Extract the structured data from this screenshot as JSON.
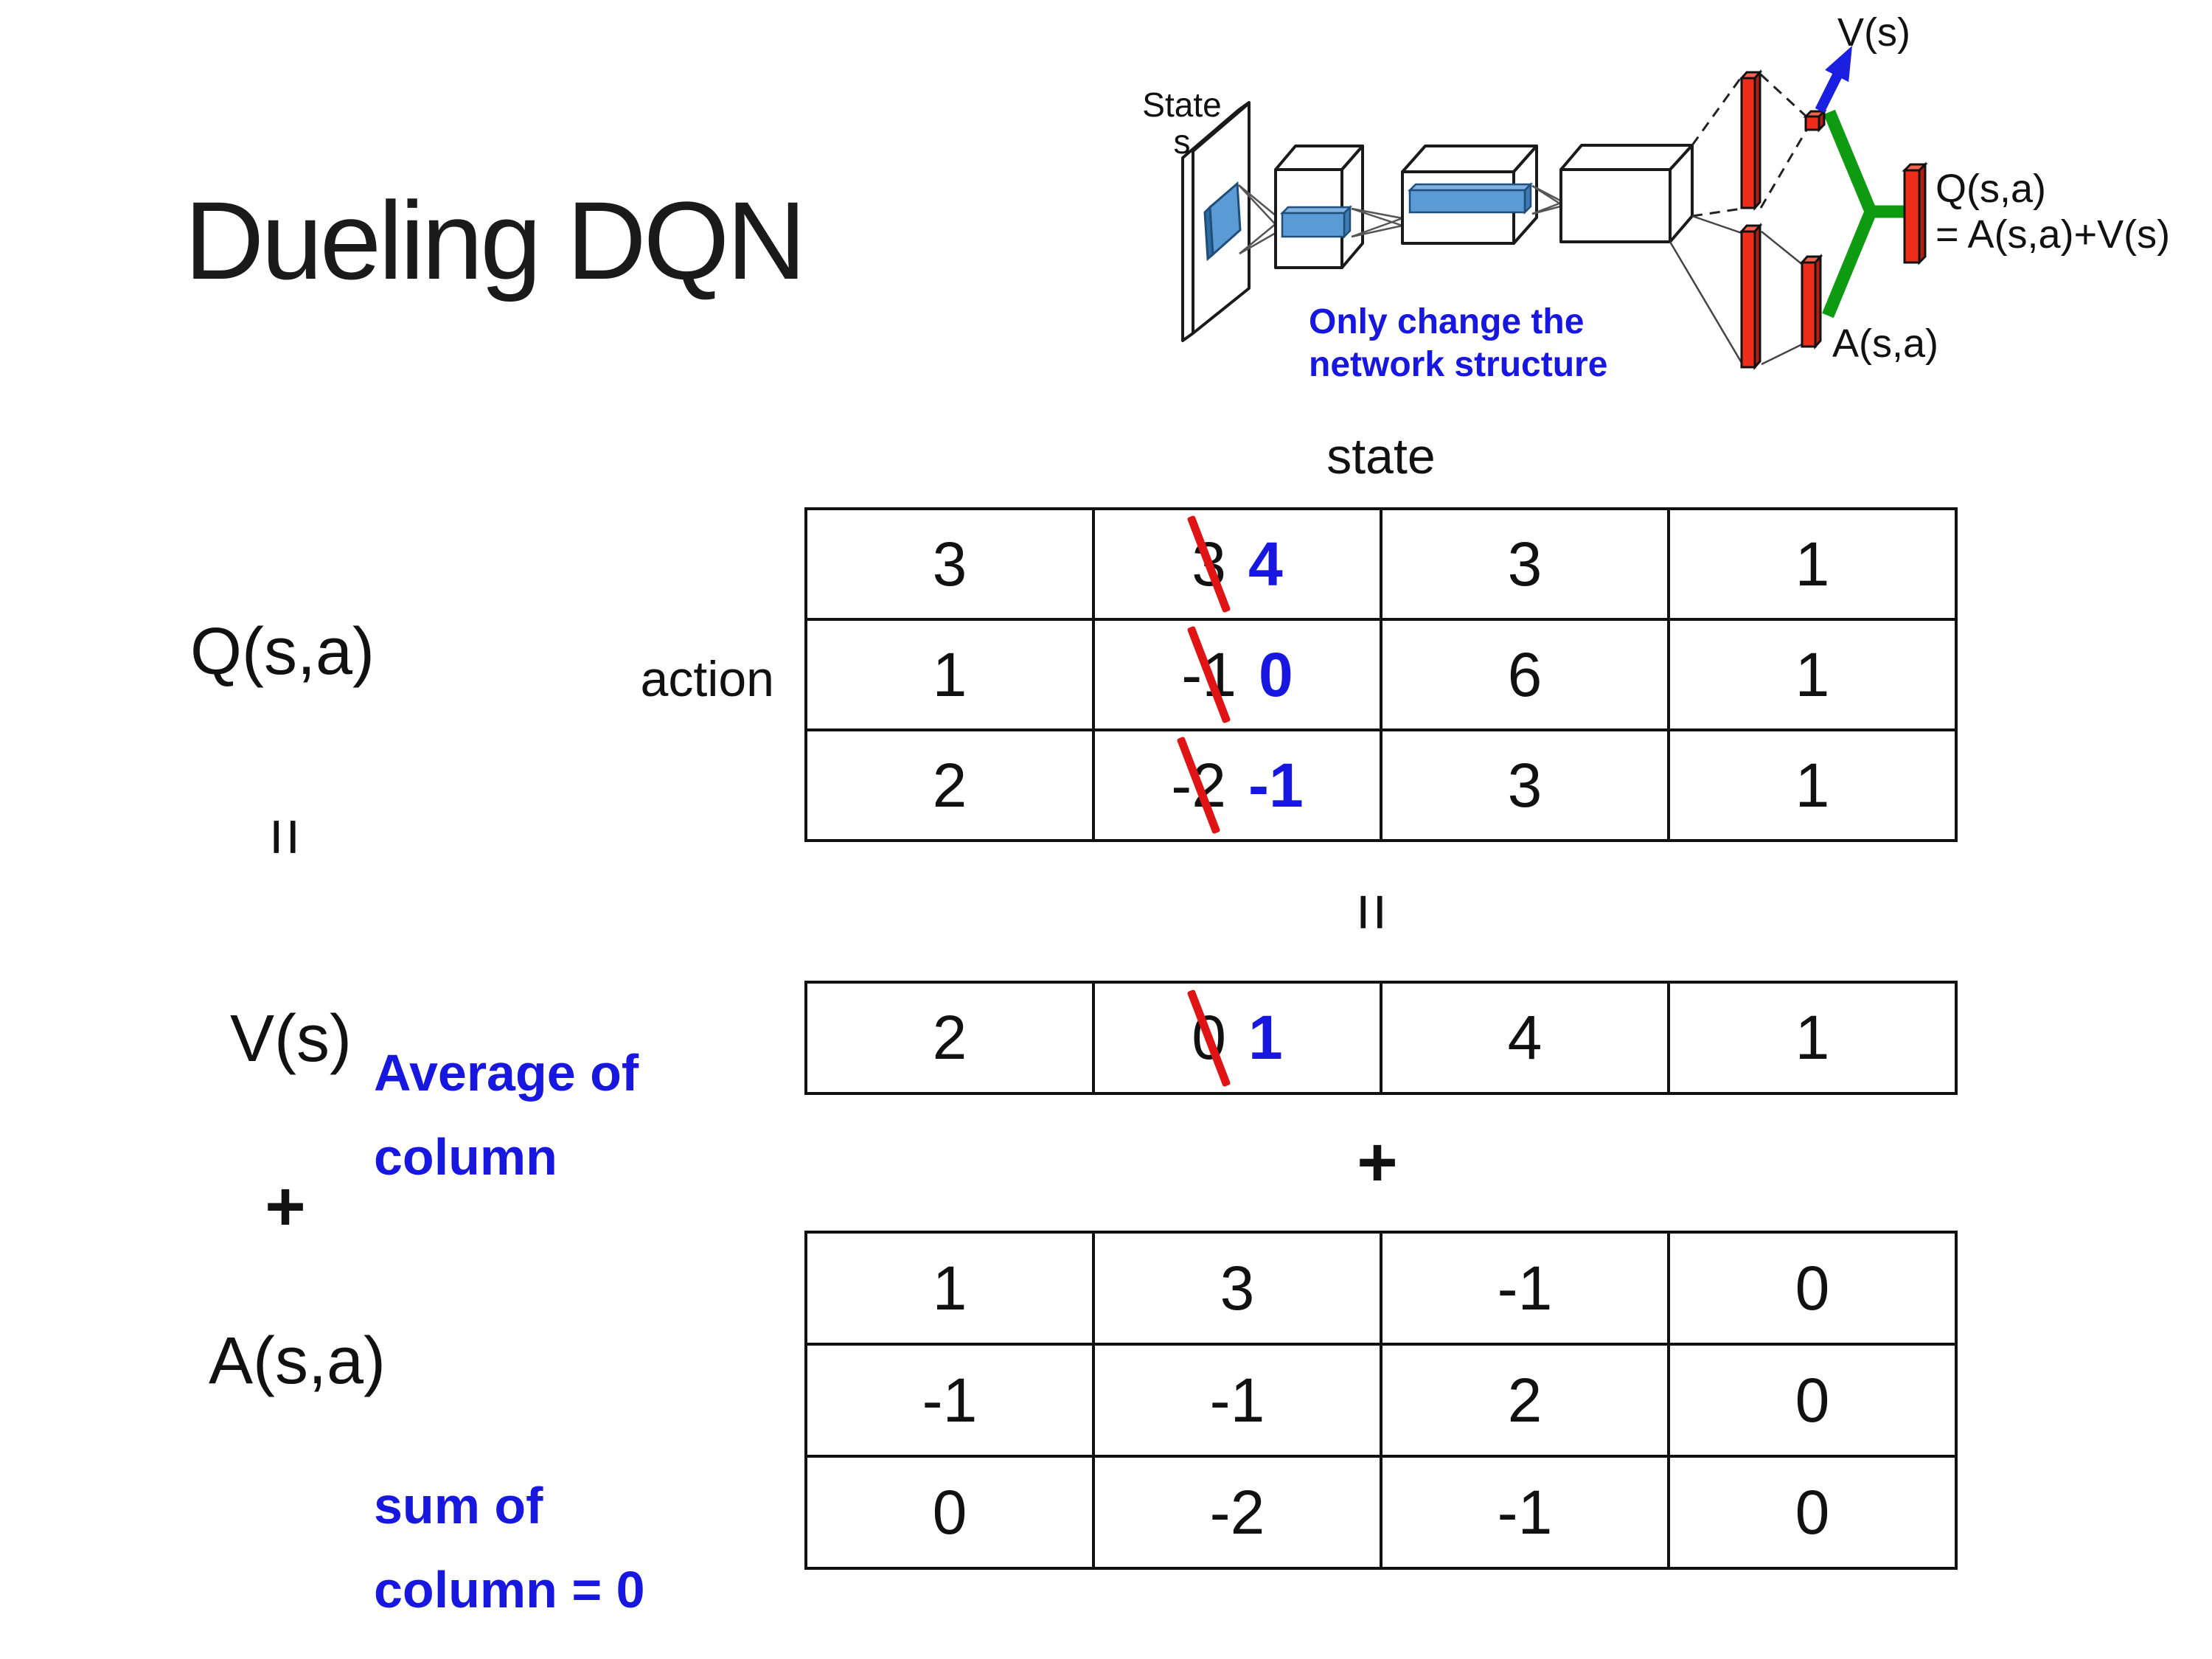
{
  "colors": {
    "accent_blue": "#1717e0",
    "cross_red": "#e01414",
    "bar_red": "#ee2e1b",
    "connector_green": "#0e9b12"
  },
  "title": "Dueling DQN",
  "diagram": {
    "state_line1": "State",
    "state_line2": "s",
    "v_label": "V(s)",
    "q_label": "Q(s,a)",
    "q_formula": "= A(s,a)+V(s)",
    "a_label": "A(s,a)",
    "note_line1": "Only change the",
    "note_line2": "network structure"
  },
  "equation_left": {
    "q_term": "Q(s,a)",
    "equals": "=",
    "v_term": "V(s)",
    "plus": "+",
    "a_term": "A(s,a)",
    "v_note_line1": "Average of",
    "v_note_line2": "column",
    "a_note_line1": "sum of",
    "a_note_line2": "column = 0"
  },
  "matrix_area": {
    "state_label": "state",
    "action_label": "action",
    "equals": "=",
    "plus": "+"
  },
  "tables": {
    "q": {
      "rows": [
        [
          {
            "v": "3"
          },
          {
            "v": "3",
            "x": "4"
          },
          {
            "v": "3"
          },
          {
            "v": "1"
          }
        ],
        [
          {
            "v": "1"
          },
          {
            "v": "-1",
            "x": "0"
          },
          {
            "v": "6"
          },
          {
            "v": "1"
          }
        ],
        [
          {
            "v": "2"
          },
          {
            "v": "-2",
            "x": "-1"
          },
          {
            "v": "3"
          },
          {
            "v": "1"
          }
        ]
      ]
    },
    "v": {
      "rows": [
        [
          {
            "v": "2"
          },
          {
            "v": "0",
            "x": "1"
          },
          {
            "v": "4"
          },
          {
            "v": "1"
          }
        ]
      ]
    },
    "a": {
      "rows": [
        [
          {
            "v": "1"
          },
          {
            "v": "3"
          },
          {
            "v": "-1"
          },
          {
            "v": "0"
          }
        ],
        [
          {
            "v": "-1"
          },
          {
            "v": "-1"
          },
          {
            "v": "2"
          },
          {
            "v": "0"
          }
        ],
        [
          {
            "v": "0"
          },
          {
            "v": "-2"
          },
          {
            "v": "-1"
          },
          {
            "v": "0"
          }
        ]
      ]
    }
  }
}
